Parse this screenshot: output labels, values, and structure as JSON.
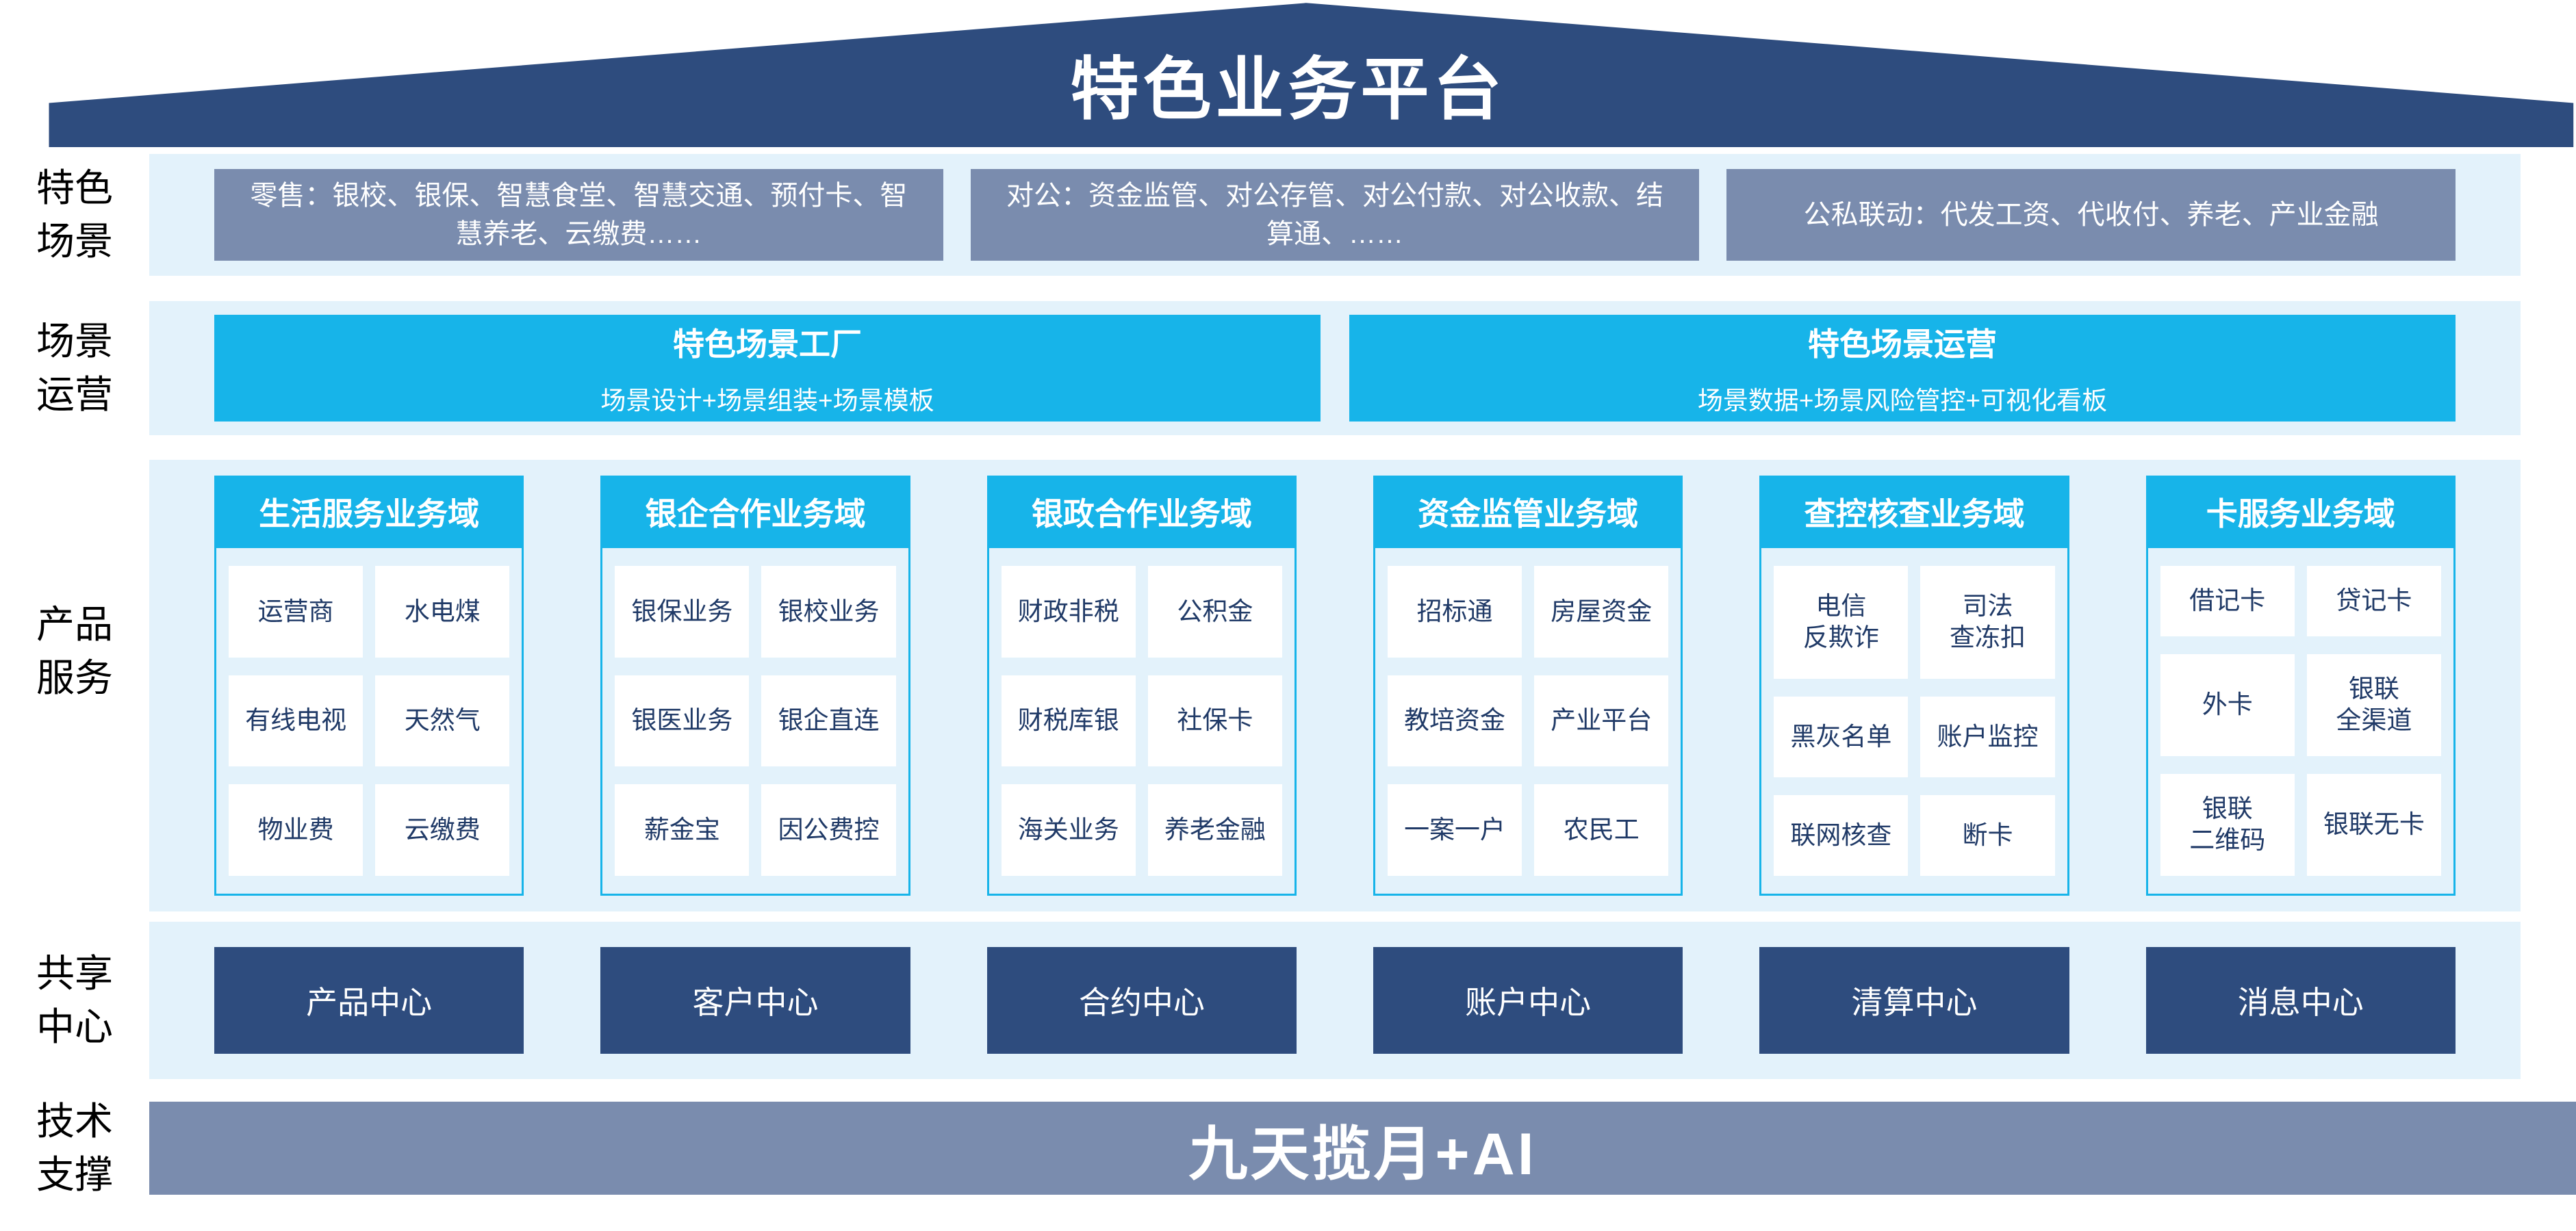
{
  "title": "特色业务平台",
  "colors": {
    "roof_navy": "#2E4C7E",
    "band_light_blue": "#E3F2FB",
    "slate_blue": "#7A8CAE",
    "cyan": "#17B4E9",
    "cell_text_navy": "#203A67"
  },
  "sections": {
    "scene": {
      "label": "特色\n场景",
      "boxes": [
        "零售：银校、银保、智慧食堂、智慧交通、预付卡、智慧养老、云缴费……",
        "对公：资金监管、对公存管、对公付款、对公收款、结算通、……",
        "公私联动：代发工资、代收付、养老、产业金融"
      ]
    },
    "operation": {
      "label": "场景\n运营",
      "boxes": [
        {
          "title": "特色场景工厂",
          "subtitle": "场景设计+场景组装+场景模板"
        },
        {
          "title": "特色场景运营",
          "subtitle": "场景数据+场景风险管控+可视化看板"
        }
      ]
    },
    "products": {
      "label": "产品\n服务",
      "domains": [
        {
          "title": "生活服务业务域",
          "items": [
            "运营商",
            "水电煤",
            "有线电视",
            "天然气",
            "物业费",
            "云缴费"
          ]
        },
        {
          "title": "银企合作业务域",
          "items": [
            "银保业务",
            "银校业务",
            "银医业务",
            "银企直连",
            "薪金宝",
            "因公费控"
          ]
        },
        {
          "title": "银政合作业务域",
          "items": [
            "财政非税",
            "公积金",
            "财税库银",
            "社保卡",
            "海关业务",
            "养老金融"
          ]
        },
        {
          "title": "资金监管业务域",
          "items": [
            "招标通",
            "房屋资金",
            "教培资金",
            "产业平台",
            "一案一户",
            "农民工"
          ]
        },
        {
          "title": "查控核查业务域",
          "items": [
            "电信\n反欺诈",
            "司法\n查冻扣",
            "黑灰名单",
            "账户监控",
            "联网核查",
            "断卡"
          ]
        },
        {
          "title": "卡服务业务域",
          "items": [
            "借记卡",
            "贷记卡",
            "外卡",
            "银联\n全渠道",
            "银联\n二维码",
            "银联无卡"
          ]
        }
      ]
    },
    "shared": {
      "label": "共享\n中心",
      "centers": [
        "产品中心",
        "客户中心",
        "合约中心",
        "账户中心",
        "清算中心",
        "消息中心"
      ]
    },
    "tech": {
      "label": "技术\n支撑",
      "bar": "九天揽月+AI"
    }
  }
}
